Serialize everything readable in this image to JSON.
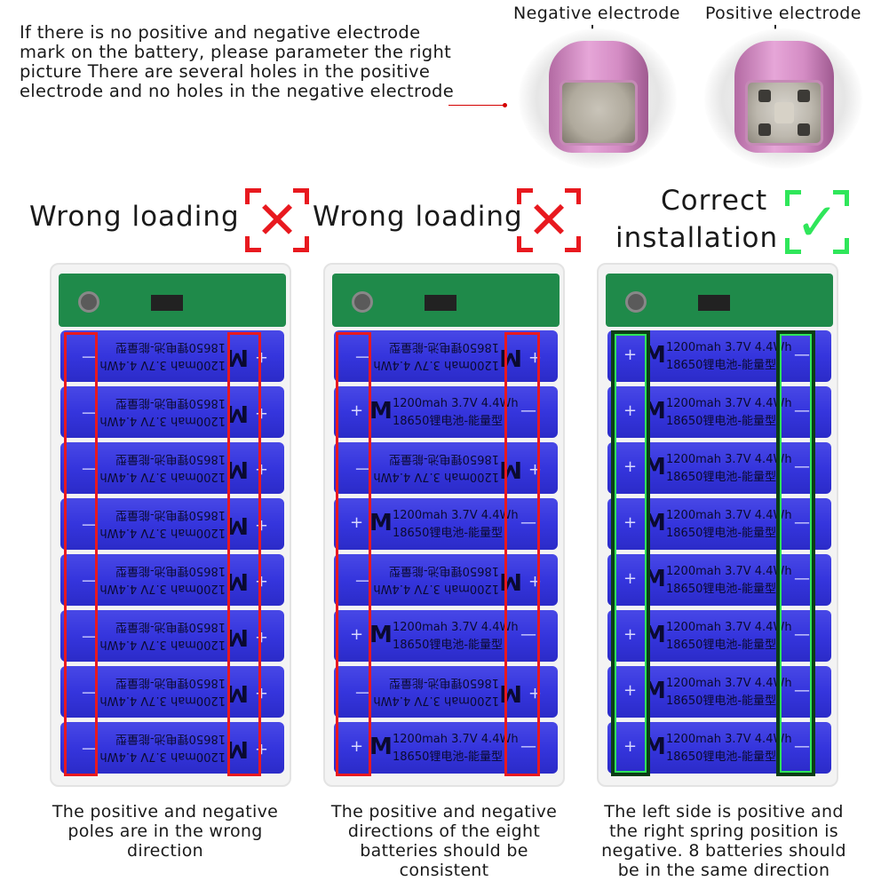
{
  "intro": {
    "lines": [
      "If there is no positive and negative electrode",
      "mark on the battery, please parameter the right",
      "picture There are several holes in the positive",
      "electrode and no holes in the negative electrode"
    ]
  },
  "photos": {
    "negative_label": "Negative electrode",
    "positive_label": "Positive electrode"
  },
  "panels": [
    {
      "verdict": "Wrong loading",
      "mark": "✕",
      "mark_color": "#e8191f",
      "caption": [
        "The positive and negative",
        "poles are in the wrong",
        "direction"
      ]
    },
    {
      "verdict": "Wrong loading",
      "mark": "✕",
      "mark_color": "#e8191f",
      "caption": [
        "The positive and negative",
        "directions of the eight",
        "batteries should be",
        "consistent"
      ]
    },
    {
      "verdict_lines": [
        "Correct",
        "installation"
      ],
      "mark": "✓",
      "mark_color": "#2fe65a",
      "caption": [
        "The left side is positive and",
        "the right spring position is",
        "negative. 8 batteries should",
        "be in the same direction"
      ]
    }
  ],
  "battery": {
    "logo": "M",
    "spec_line1": "1200mah  3.7V  4.4Wh",
    "spec_line2": "18650锂电池-能量型",
    "plus": "+",
    "minus": "—"
  },
  "colors": {
    "cell_blue": "#3535dd",
    "wrong_outline": "#e8191f",
    "correct_outline": "#0b3d16",
    "correct_glow": "#2fe65a"
  }
}
